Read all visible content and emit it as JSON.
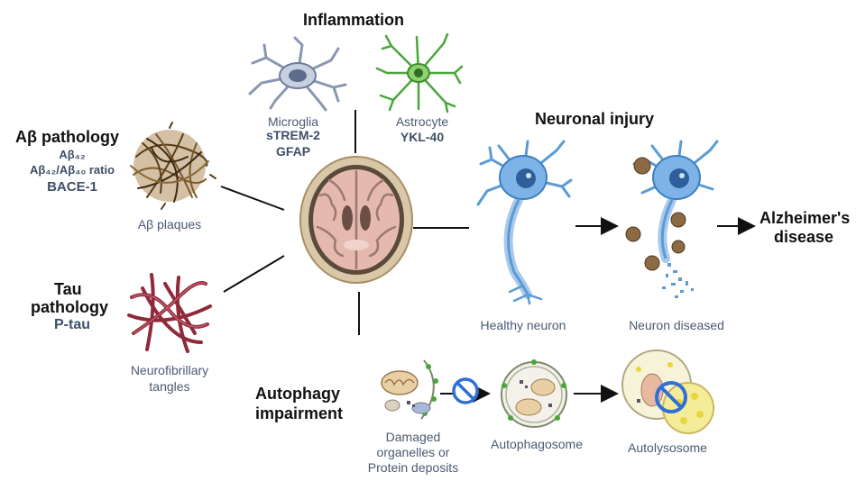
{
  "inflammation": {
    "title": "Inflammation",
    "microglia": {
      "label": "Microglia",
      "markers": [
        "sTREM-2",
        "GFAP"
      ]
    },
    "astrocyte": {
      "label": "Astrocyte",
      "markers": [
        "YKL-40"
      ]
    }
  },
  "abeta": {
    "title": "Aβ pathology",
    "markers": [
      "Aβ₄₂",
      "Aβ₄₂/Aβ₄₀ ratio",
      "BACE-1"
    ],
    "caption": "Aβ plaques"
  },
  "tau": {
    "title_line1": "Tau",
    "title_line2": "pathology",
    "marker": "P-tau",
    "caption_line1": "Neurofibrillary",
    "caption_line2": "tangles"
  },
  "neuronal": {
    "title": "Neuronal injury",
    "healthy_caption": "Healthy neuron",
    "diseased_caption": "Neuron diseased"
  },
  "outcome": {
    "line1": "Alzheimer's",
    "line2": "disease"
  },
  "autophagy": {
    "title_line1": "Autophagy",
    "title_line2": "impairment",
    "damaged_line1": "Damaged",
    "damaged_line2": "organelles or",
    "damaged_line3": "Protein deposits",
    "autophagosome": "Autophagosome",
    "autolysosome": "Autolysosome"
  },
  "colors": {
    "neuron_blue": "#5b9bd5",
    "tangle_red": "#8e2a3a",
    "plaque_brown": "#7a5a2e",
    "astrocyte_green": "#4aa63a",
    "block_blue": "#2f6fd6",
    "marker_text": "#3d4f68"
  }
}
